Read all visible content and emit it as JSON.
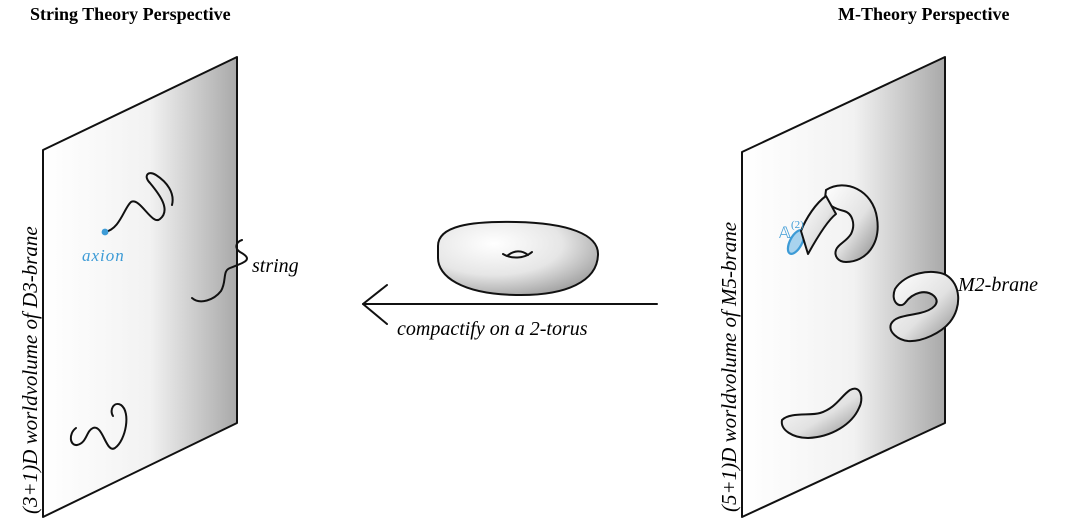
{
  "left_panel": {
    "title": "String Theory Perspective",
    "worldvolume_label": "(3+1)D worldvolume of D3-brane",
    "axion_label": "axion",
    "string_label": "string"
  },
  "right_panel": {
    "title": "M-Theory Perspective",
    "worldvolume_label": "(5+1)D worldvolume of M5-brane",
    "field_label": "𝔸",
    "field_superscript": "(2)",
    "brane_label": "M2-brane"
  },
  "center": {
    "arrow_label": "compactify on a 2-torus"
  },
  "colors": {
    "highlight": "#3d9bd6",
    "ink": "#111111"
  }
}
